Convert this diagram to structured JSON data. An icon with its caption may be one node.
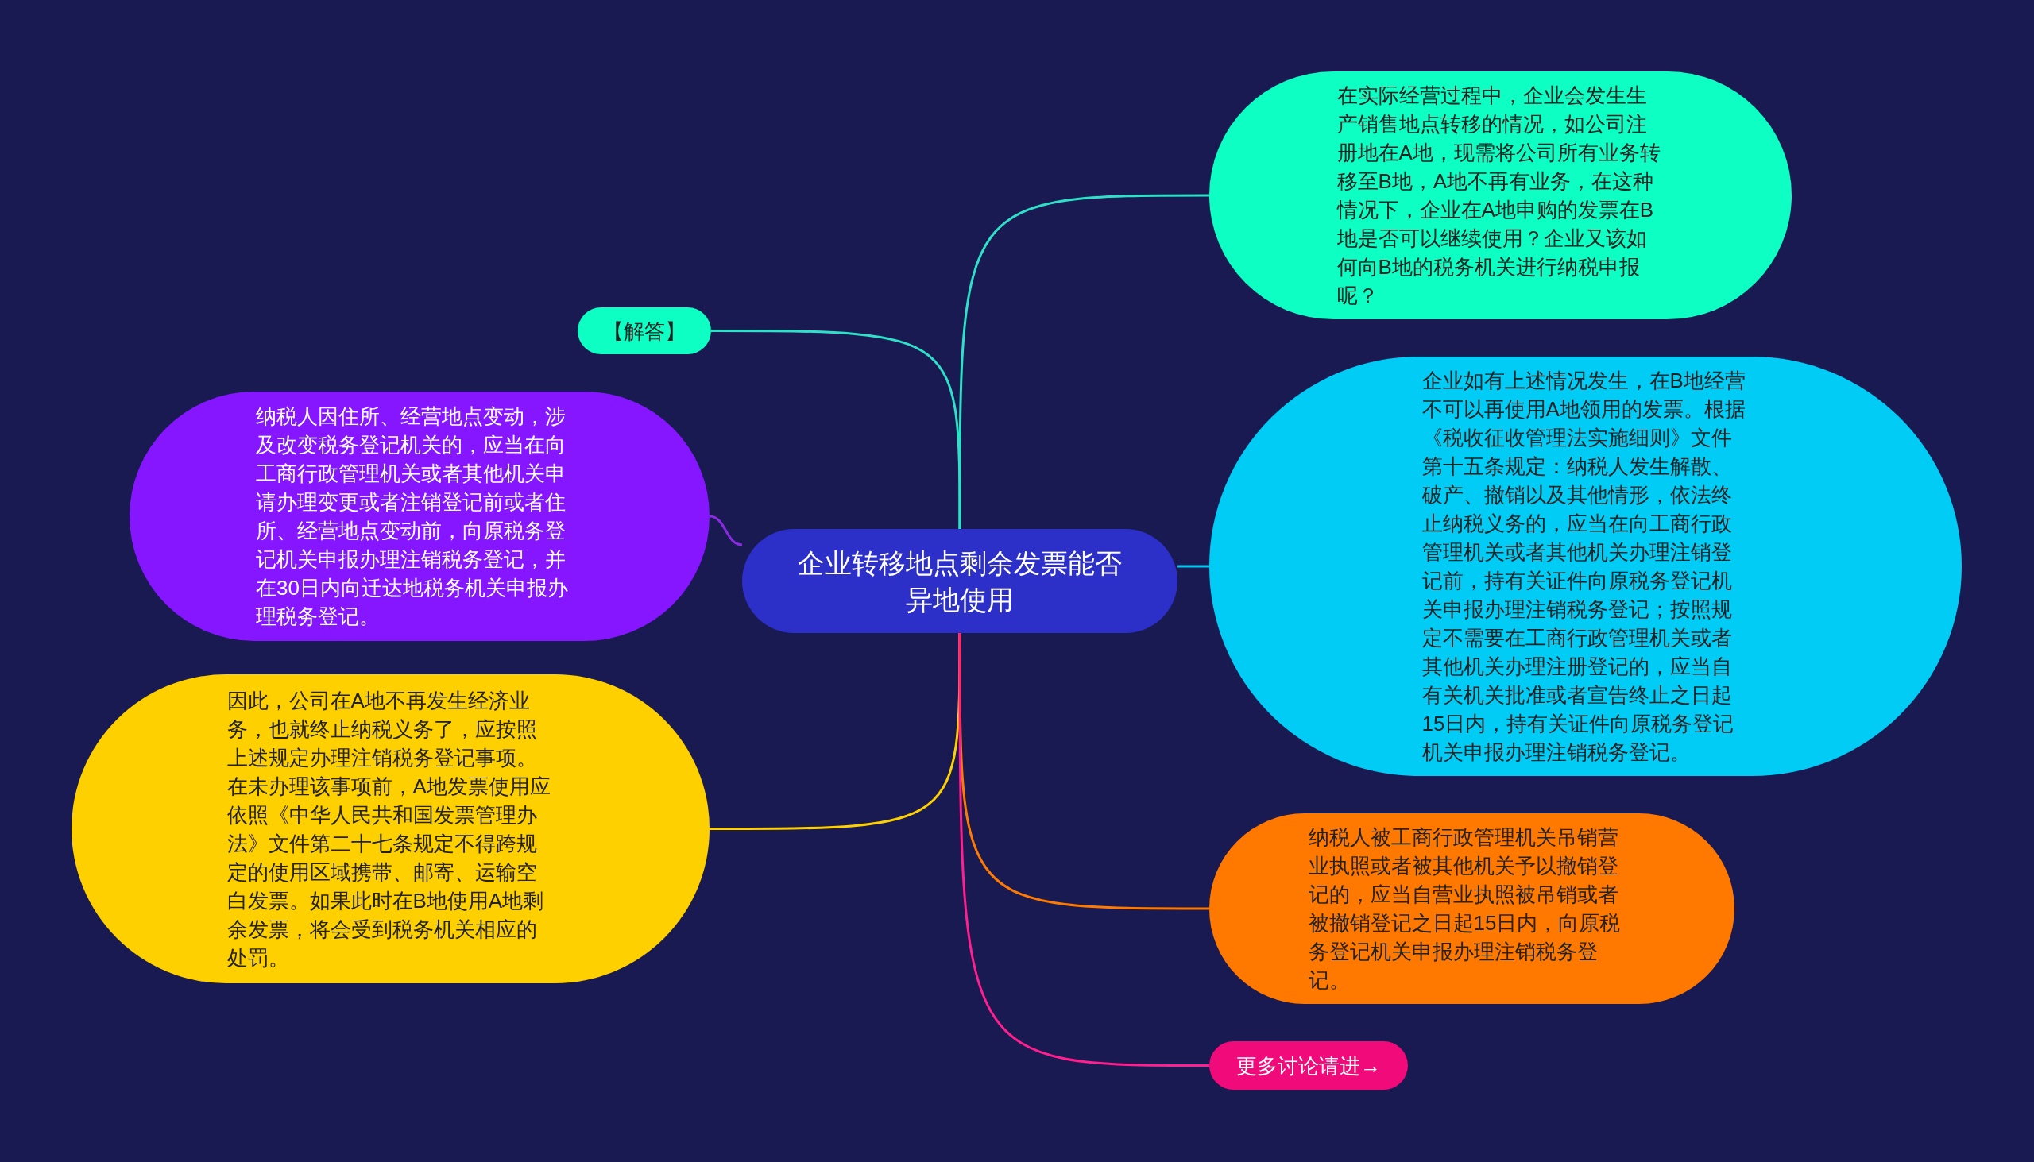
{
  "diagram": {
    "nodes": [
      {
        "text": [
          "企业转移地点剩余发票能否异地使用"
        ]
      },
      {
        "text": [
          "【解答】"
        ]
      },
      {
        "text": [
          "纳税人因住所、经营地点变动，涉及改变税务登记机关的，应当在向工商行政管理机关或者其他机关申请办理变更或者注销登记前或者住所、经营地点变动前，向原税务登记机关申报办理注销税务登记，并在30日内向迁达地税务机关申报办理税务登记。"
        ]
      },
      {
        "text": [
          "因此，公司在A地不再发生经济业务，也就终止纳税义务了，应按照上述规定办理注销税务登记事项。在未办理该事项前，A地发票使用应依照《中华人民共和国发票管理办法》文件第二十七条规定不得跨规定的使用区域携带、邮寄、运输空白发票。如果此时在B地使用A地剩余发票，将会受到税务机关相应的处罚。"
        ]
      },
      {
        "text": [
          "在实际经营过程中，企业会发生生产销售地点转移的情况，如公司注册地在A地，现需将公司所有业务转移至B地，A地不再有业务，在这种情况下，企业在A地申购的发票在B地是否可以继续使用？企业又该如何向B地的税务机关进行纳税申报呢？"
        ]
      },
      {
        "text": [
          "企业如有上述情况发生，在B地经营不可以再使用A地领用的发票。根据《税收征收管理法实施细则》文件第十五条规定：纳税人发生解散、破产、撤销以及其他情形，依法终止纳税义务的，应当在向工商行政管理机关或者其他机关办理注销登记前，持有关证件向原税务登记机关申报办理注销税务登记；按照规定不需要在工商行政管理机关或者其他机关办理注册登记的，应当自有关机关批准或者宣告终止之日起15日内，持有关证件向原税务登记机关申报办理注销税务登记。"
        ]
      },
      {
        "text": [
          "纳税人被工商行政管理机关吊销营业执照或者被其他机关予以撤销登记的，应当自营业执照被吊销或者被撤销登记之日起15日内，向原税务登记机关申报办理注销税务登记。"
        ]
      },
      {
        "text": [
          "更多讨论请进→"
        ]
      }
    ],
    "edges": [
      {
        "from": 0,
        "to": 1,
        "arrow": "none",
        "color": "#2fe0c8"
      },
      {
        "from": 0,
        "to": 2,
        "arrow": "none",
        "color": "#8a2be2"
      },
      {
        "from": 0,
        "to": 3,
        "arrow": "none",
        "color": "#ffd000"
      },
      {
        "from": 0,
        "to": 4,
        "arrow": "none",
        "color": "#2fe0c8"
      },
      {
        "from": 0,
        "to": 5,
        "arrow": "none",
        "color": "#00c8f0"
      },
      {
        "from": 0,
        "to": 6,
        "arrow": "none",
        "color": "#ff7a00"
      },
      {
        "from": 0,
        "to": 7,
        "arrow": "none",
        "color": "#ff1f8e"
      }
    ]
  }
}
